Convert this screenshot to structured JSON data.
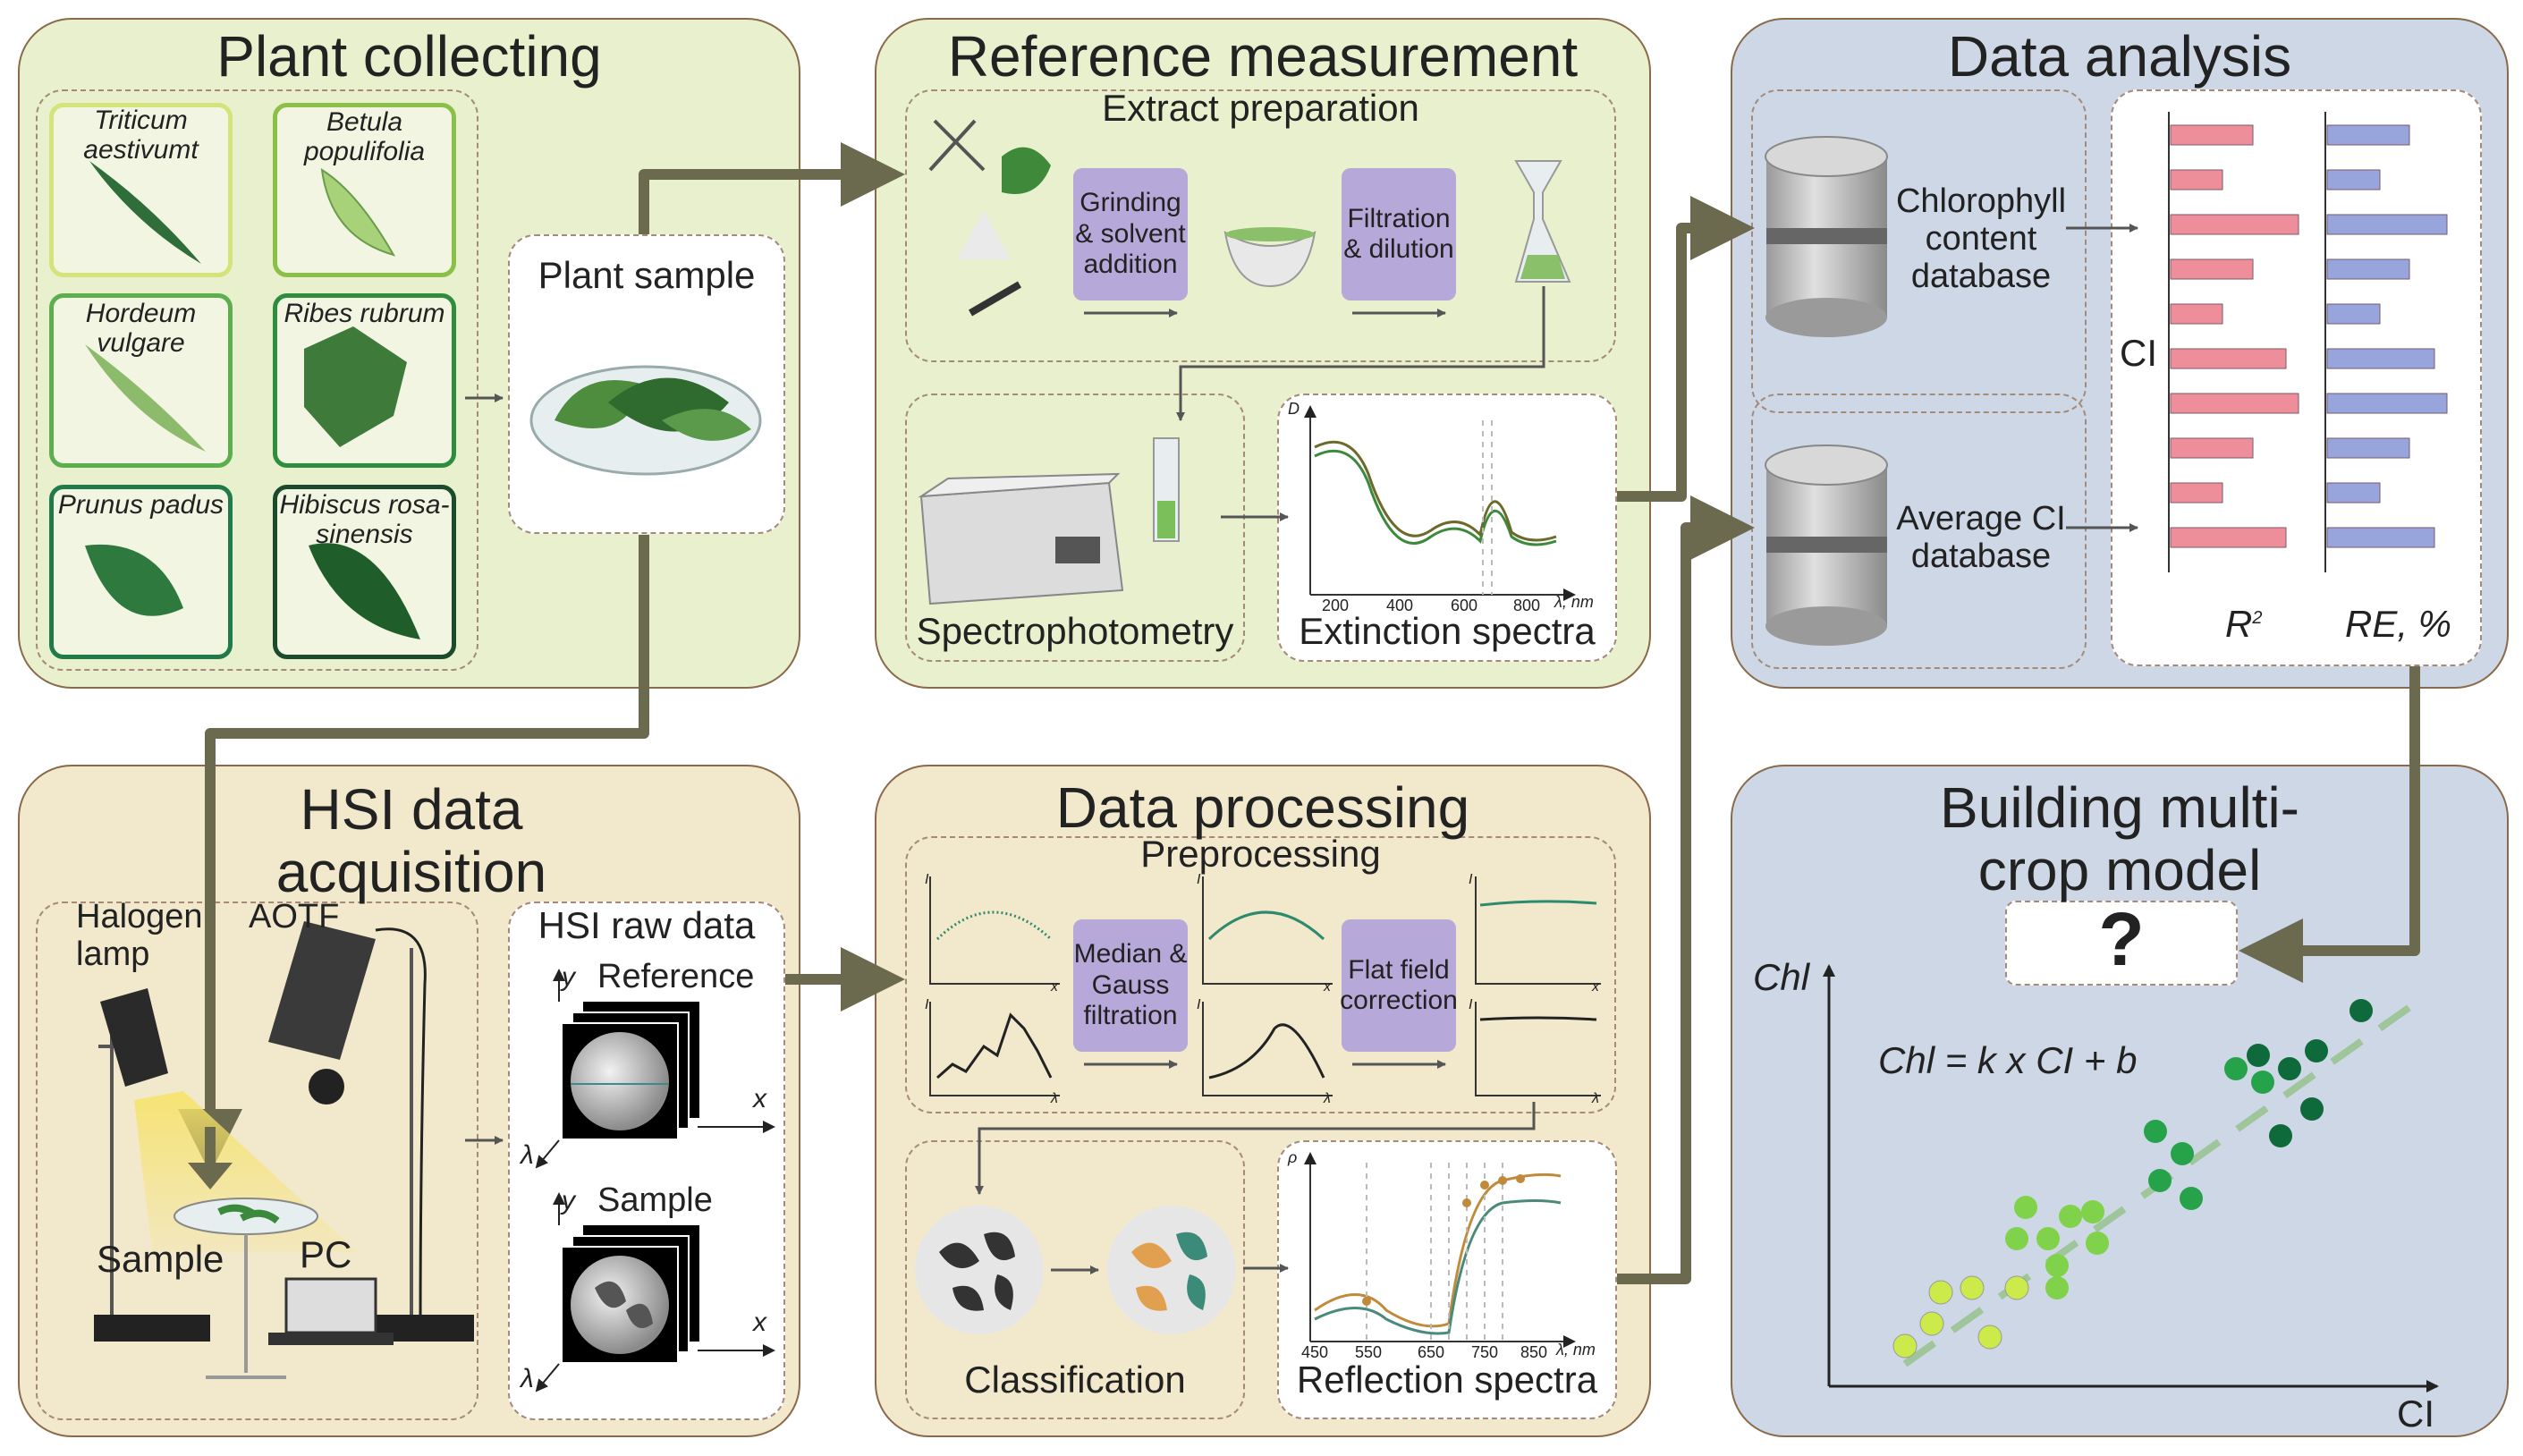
{
  "panels": {
    "plant_collecting": {
      "title": "Plant collecting",
      "species": [
        "Triticum aestivumt",
        "Betula populifolia",
        "Hordeum vulgare",
        "Ribes rubrum",
        "Prunus padus",
        "Hibiscus rosa-sinensis"
      ],
      "sample_label": "Plant sample"
    },
    "reference": {
      "title": "Reference measurement",
      "extract": "Extract preparation",
      "step1": "Grinding & solvent addition",
      "step2": "Filtration & dilution",
      "spectro": "Spectrophotometry",
      "extinction": "Extinction spectra",
      "axis_y": "D",
      "ticks": [
        "200",
        "400",
        "600",
        "800"
      ],
      "axis_x": "λ, nm"
    },
    "analysis": {
      "title": "Data analysis",
      "db1": "Chlorophyll content database",
      "db2": "Average CI database",
      "ci": "CI",
      "r2": "R",
      "r2_sup": "2",
      "re": "RE, %"
    },
    "hsi": {
      "title": "HSI  data acquisition",
      "lamp": "Halogen lamp",
      "aotf": "AOTF",
      "sample": "Sample",
      "pc": "PC",
      "raw": "HSI raw data",
      "ref": "Reference",
      "smp": "Sample",
      "x": "x",
      "y": "y",
      "lam": "λ"
    },
    "processing": {
      "title": "Data processing",
      "pre": "Preprocessing",
      "step1": "Median & Gauss filtration",
      "step2": "Flat field correction",
      "classification": "Classification",
      "reflection": "Reflection spectra",
      "axis_y": "ρ",
      "ticks": [
        "450",
        "550",
        "650",
        "750",
        "850"
      ],
      "axis_x": "λ, nm",
      "small_I": "I",
      "small_x": "x",
      "small_l": "λ"
    },
    "model": {
      "title": "Building multi-crop model",
      "question": "?",
      "equation": "Chl = k x CI + b",
      "y_axis": "Chl",
      "x_axis": "CI"
    }
  },
  "colors": {
    "arrow": "#6b6a4e",
    "green_panel": "#e9f0cd",
    "tan_panel": "#f2e8cc",
    "blue_panel": "#cdd7e6",
    "process_box": "#b6a8d8",
    "bar_pink": "#ef8e9b",
    "bar_blue": "#98a4dc"
  },
  "bars": {
    "r2": [
      0.54,
      0.34,
      0.84,
      0.54,
      0.34,
      0.76,
      0.84,
      0.54,
      0.34,
      0.76
    ],
    "re": [
      0.66,
      0.42,
      0.96,
      0.66,
      0.42,
      0.86,
      0.96,
      0.66,
      0.42,
      0.86
    ]
  }
}
